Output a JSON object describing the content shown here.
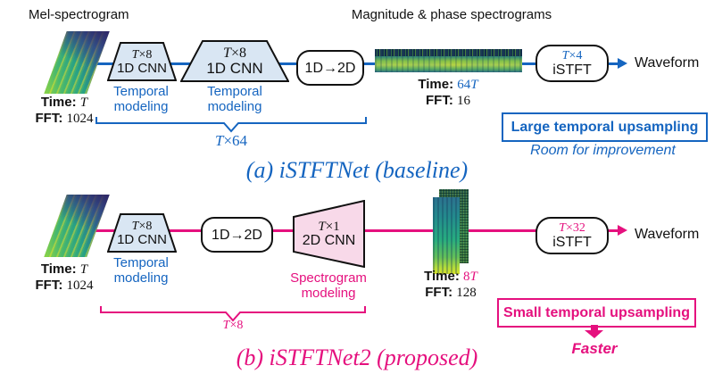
{
  "colors": {
    "blue": "#1565c0",
    "pink": "#e5107e",
    "trapezoid_blue_fill": "#d9e6f3",
    "trapezoid_pink_fill": "#f8d9e9"
  },
  "a": {
    "input_label": "Mel-spectrogram",
    "spec_header": "Magnitude & phase spectrograms",
    "in_time_label": "Time:",
    "in_time_var": "T",
    "in_fft_label": "FFT:",
    "in_fft_value": "1024",
    "cnn1_factor_var": "T",
    "cnn1_factor_rest": "×8",
    "cnn1_name": "1D CNN",
    "cnn1_cap1": "Temporal",
    "cnn1_cap2": "modeling",
    "cnn2_factor_var": "T",
    "cnn2_factor_rest": "×8",
    "cnn2_name": "1D CNN",
    "cnn2_cap1": "Temporal",
    "cnn2_cap2": "modeling",
    "reshape_label": "1D→2D",
    "mid_time_label": "Time:",
    "mid_time_num": "64",
    "mid_time_var": "T",
    "mid_fft_label": "FFT:",
    "mid_fft_value": "16",
    "istft_factor_var": "T",
    "istft_factor_rest": "×4",
    "istft_name": "iSTFT",
    "output_label": "Waveform",
    "brace_var": "T",
    "brace_rest": "×64",
    "note_main": "Large temporal upsampling",
    "note_sub": "Room for improvement",
    "title": "(a) iSTFTNet (baseline)"
  },
  "b": {
    "in_time_label": "Time:",
    "in_time_var": "T",
    "in_fft_label": "FFT:",
    "in_fft_value": "1024",
    "cnn1_factor_var": "T",
    "cnn1_factor_rest": "×8",
    "cnn1_name": "1D CNN",
    "cnn1_cap1": "Temporal",
    "cnn1_cap2": "modeling",
    "reshape_label": "1D→2D",
    "cnn2d_factor_var": "T",
    "cnn2d_factor_rest": "×1",
    "cnn2d_name": "2D CNN",
    "cnn2d_cap1": "Spectrogram",
    "cnn2d_cap2": "modeling",
    "mid_time_label": "Time:",
    "mid_time_num": "8",
    "mid_time_var": "T",
    "mid_fft_label": "FFT:",
    "mid_fft_value": "128",
    "istft_factor_var": "T",
    "istft_factor_rest": "×32",
    "istft_name": "iSTFT",
    "output_label": "Waveform",
    "brace_var": "T",
    "brace_rest": "×8",
    "note_main": "Small temporal upsampling",
    "note_sub": "Faster",
    "title": "(b) iSTFTNet2 (proposed)"
  }
}
